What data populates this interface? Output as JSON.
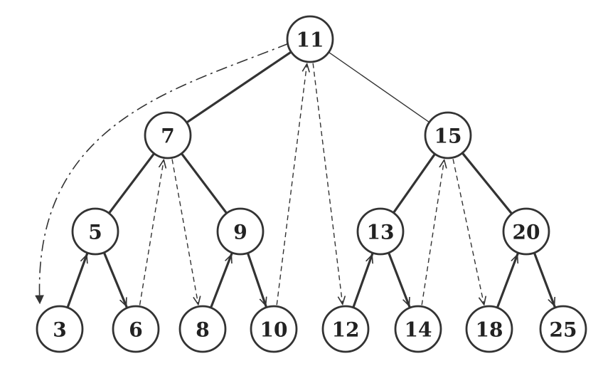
{
  "tree": {
    "nodes": [
      {
        "id": "n11",
        "label": "11"
      },
      {
        "id": "n7",
        "label": "7"
      },
      {
        "id": "n15",
        "label": "15"
      },
      {
        "id": "n5",
        "label": "5"
      },
      {
        "id": "n9",
        "label": "9"
      },
      {
        "id": "n13",
        "label": "13"
      },
      {
        "id": "n20",
        "label": "20"
      },
      {
        "id": "n3",
        "label": "3"
      },
      {
        "id": "n6",
        "label": "6"
      },
      {
        "id": "n8",
        "label": "8"
      },
      {
        "id": "n10",
        "label": "10"
      },
      {
        "id": "n12",
        "label": "12"
      },
      {
        "id": "n14",
        "label": "14"
      },
      {
        "id": "n18",
        "label": "18"
      },
      {
        "id": "n25",
        "label": "25"
      }
    ],
    "edges": [
      {
        "from": "n11",
        "to": "n7",
        "style": "thick"
      },
      {
        "from": "n11",
        "to": "n15",
        "style": "thin"
      },
      {
        "from": "n7",
        "to": "n5",
        "style": "thick"
      },
      {
        "from": "n7",
        "to": "n9",
        "style": "thick"
      },
      {
        "from": "n15",
        "to": "n13",
        "style": "thick"
      },
      {
        "from": "n15",
        "to": "n20",
        "style": "thick"
      },
      {
        "from": "n5",
        "to": "n3",
        "style": "thick"
      },
      {
        "from": "n5",
        "to": "n6",
        "style": "thick"
      },
      {
        "from": "n9",
        "to": "n8",
        "style": "thick"
      },
      {
        "from": "n9",
        "to": "n10",
        "style": "thick"
      },
      {
        "from": "n13",
        "to": "n12",
        "style": "thick"
      },
      {
        "from": "n13",
        "to": "n14",
        "style": "thick"
      },
      {
        "from": "n20",
        "to": "n18",
        "style": "thick"
      },
      {
        "from": "n20",
        "to": "n25",
        "style": "thick"
      }
    ],
    "threads": [
      {
        "from": "n3",
        "to": "n5"
      },
      {
        "from": "n5",
        "to": "n6"
      },
      {
        "from": "n6",
        "to": "n7"
      },
      {
        "from": "n7",
        "to": "n8"
      },
      {
        "from": "n8",
        "to": "n9"
      },
      {
        "from": "n9",
        "to": "n10"
      },
      {
        "from": "n10",
        "to": "n11"
      },
      {
        "from": "n11",
        "to": "n12"
      },
      {
        "from": "n12",
        "to": "n13"
      },
      {
        "from": "n13",
        "to": "n14"
      },
      {
        "from": "n14",
        "to": "n15"
      },
      {
        "from": "n15",
        "to": "n18"
      },
      {
        "from": "n18",
        "to": "n20"
      },
      {
        "from": "n20",
        "to": "n25"
      }
    ],
    "start_arrow": {
      "from": "n11",
      "to": "n3"
    }
  }
}
